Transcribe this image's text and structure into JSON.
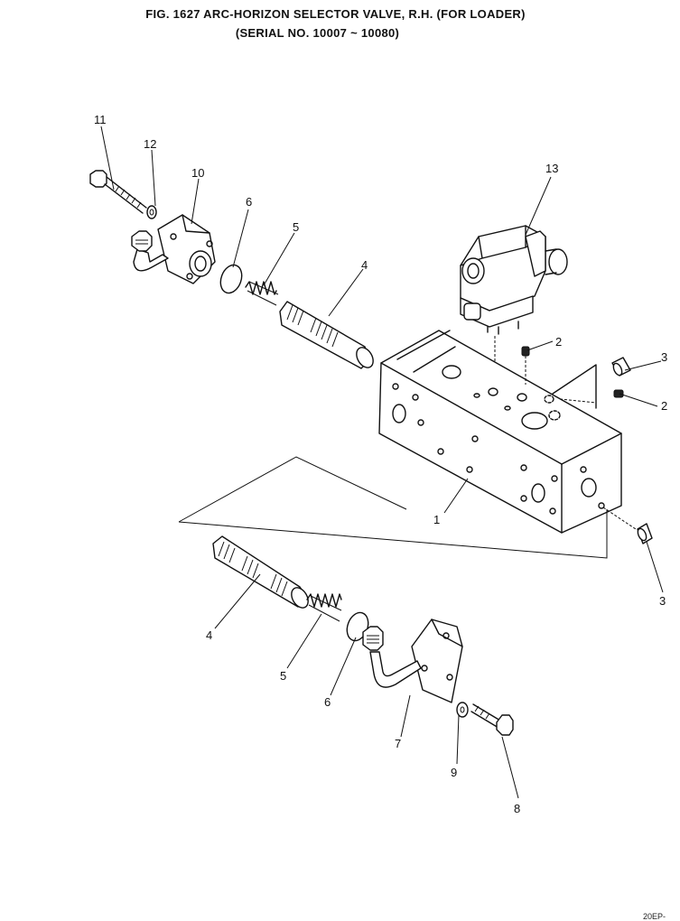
{
  "title": {
    "line1": "FIG. 1627   ARC-HORIZON SELECTOR VALVE, R.H. (FOR LOADER)",
    "line2": "(SERIAL NO. 10007 ~ 10080)"
  },
  "callouts": {
    "c1": "1",
    "c2a": "2",
    "c2b": "2",
    "c3a": "3",
    "c3b": "3",
    "c4a": "4",
    "c4b": "4",
    "c5a": "5",
    "c5b": "5",
    "c6a": "6",
    "c6b": "6",
    "c7": "7",
    "c8": "8",
    "c9": "9",
    "c10": "10",
    "c11": "11",
    "c12": "12",
    "c13": "13"
  },
  "corner_code": "20EP-"
}
